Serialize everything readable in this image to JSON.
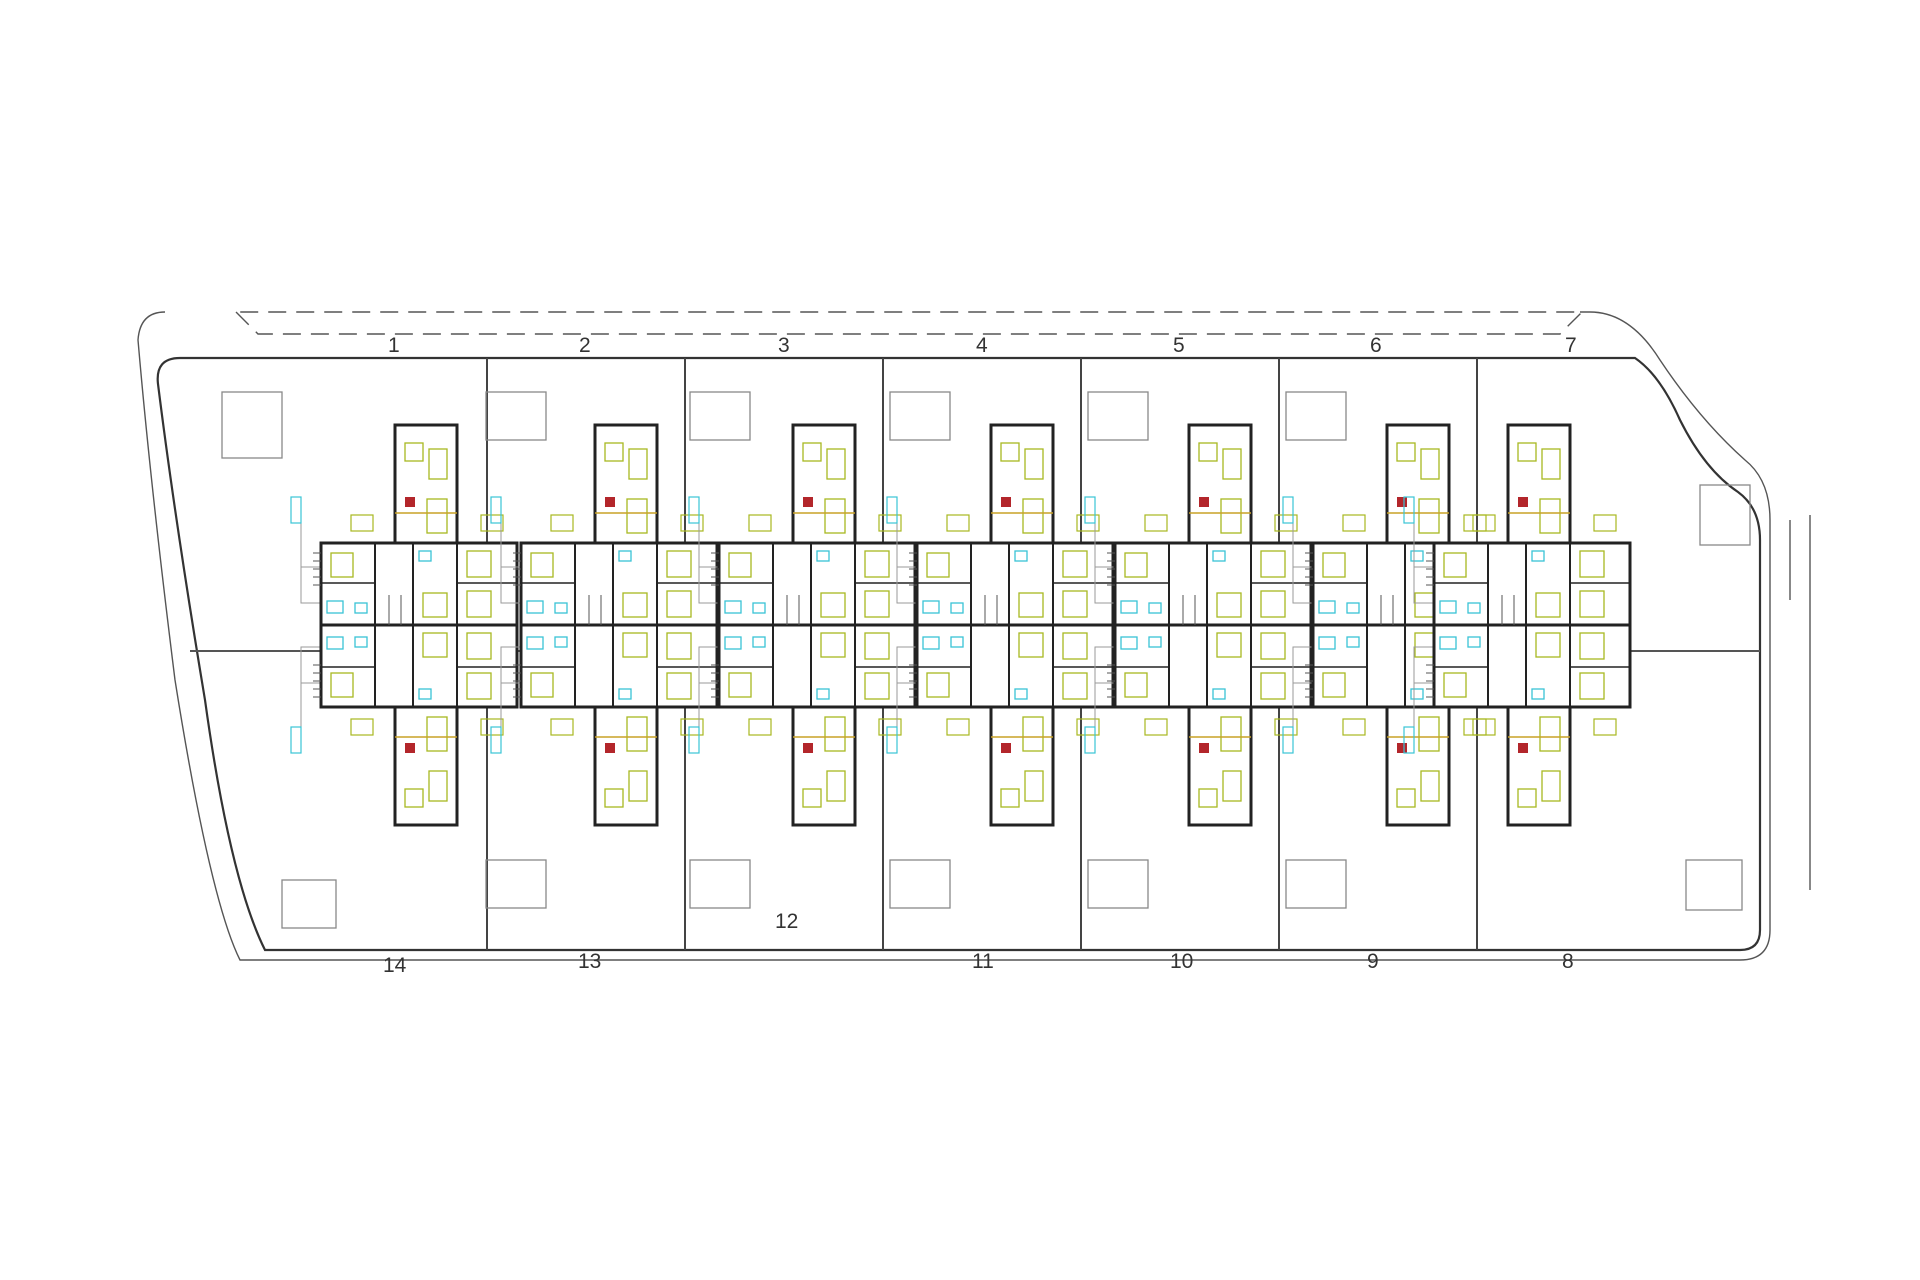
{
  "colors": {
    "background": "#ffffff",
    "line": "#3a3a3a",
    "boundary": "#555555",
    "plot_grey": "#9a9a9a",
    "wall": "#222222",
    "furniture": "#a8b820",
    "fixture_cyan": "#39c4d6",
    "door_gold": "#c9a227",
    "accent_red": "#b3262b"
  },
  "plots": {
    "top": [
      "1",
      "2",
      "3",
      "4",
      "5",
      "6",
      "7"
    ],
    "bottom": [
      "14",
      "13",
      "12",
      "11",
      "10",
      "9",
      "8"
    ]
  }
}
